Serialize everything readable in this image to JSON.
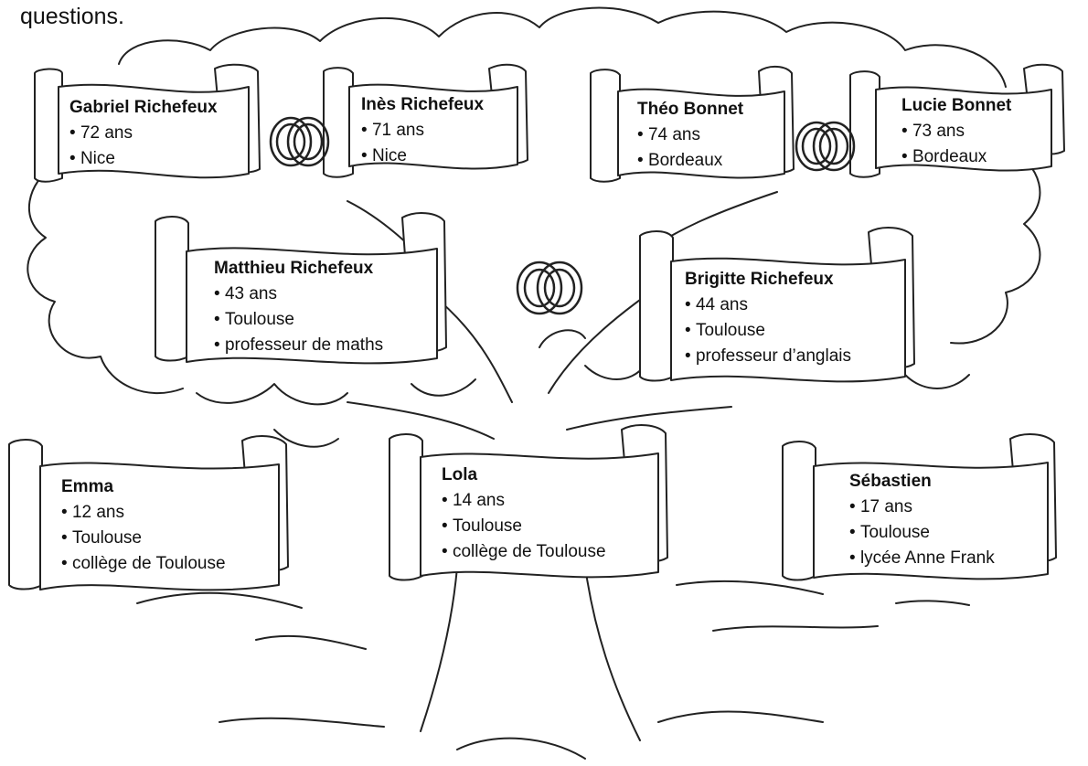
{
  "header": {
    "text": "questions."
  },
  "tree": {
    "people": [
      {
        "name": "Gabriel Richefeux",
        "details": [
          "72 ans",
          "Nice"
        ]
      },
      {
        "name": "Inès Richefeux",
        "details": [
          "71 ans",
          "Nice"
        ]
      },
      {
        "name": "Théo Bonnet",
        "details": [
          "74 ans",
          "Bordeaux"
        ]
      },
      {
        "name": "Lucie Bonnet",
        "details": [
          "73 ans",
          "Bordeaux"
        ]
      },
      {
        "name": "Matthieu Richefeux",
        "details": [
          "43 ans",
          "Toulouse",
          "professeur de maths"
        ]
      },
      {
        "name": "Brigitte Richefeux",
        "details": [
          "44 ans",
          "Toulouse",
          "professeur d’anglais"
        ]
      },
      {
        "name": "Emma",
        "details": [
          "12 ans",
          "Toulouse",
          "collège de Toulouse"
        ]
      },
      {
        "name": "Lola",
        "details": [
          "14 ans",
          "Toulouse",
          "collège de Toulouse"
        ]
      },
      {
        "name": "Sébastien",
        "details": [
          "17 ans",
          "Toulouse",
          "lycée Anne Frank"
        ]
      }
    ]
  }
}
